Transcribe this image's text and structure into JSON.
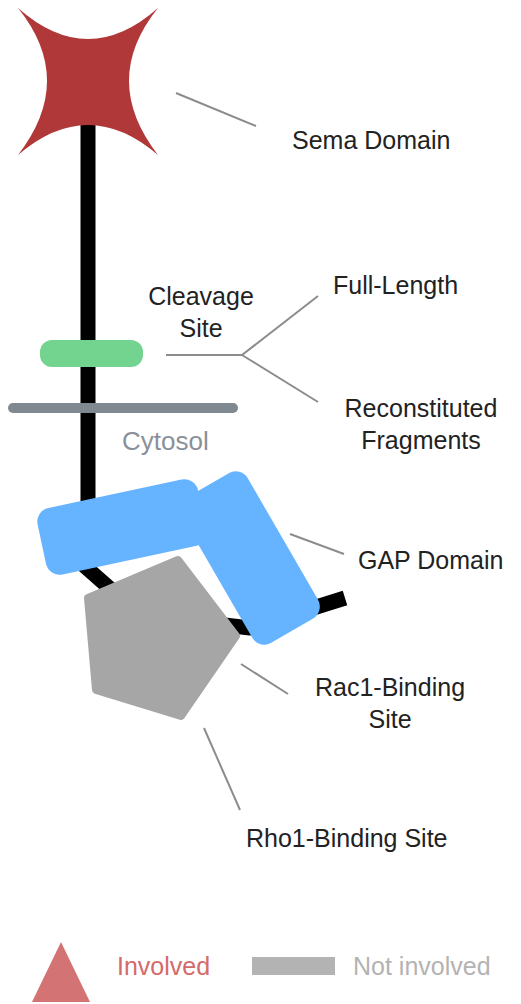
{
  "diagram": {
    "labels": [
      "Sema Domain",
      "Cleavage Site",
      "Full-Length",
      "Reconstituted Fragments",
      "Cytosol",
      "GAP Domain",
      "Rac1-Binding Site",
      "Rho1-Binding Site"
    ],
    "legend": [
      {
        "text": "Involved"
      },
      {
        "text": "Not involved",
        "color": "#b3b3b3"
      }
    ]
  }
}
